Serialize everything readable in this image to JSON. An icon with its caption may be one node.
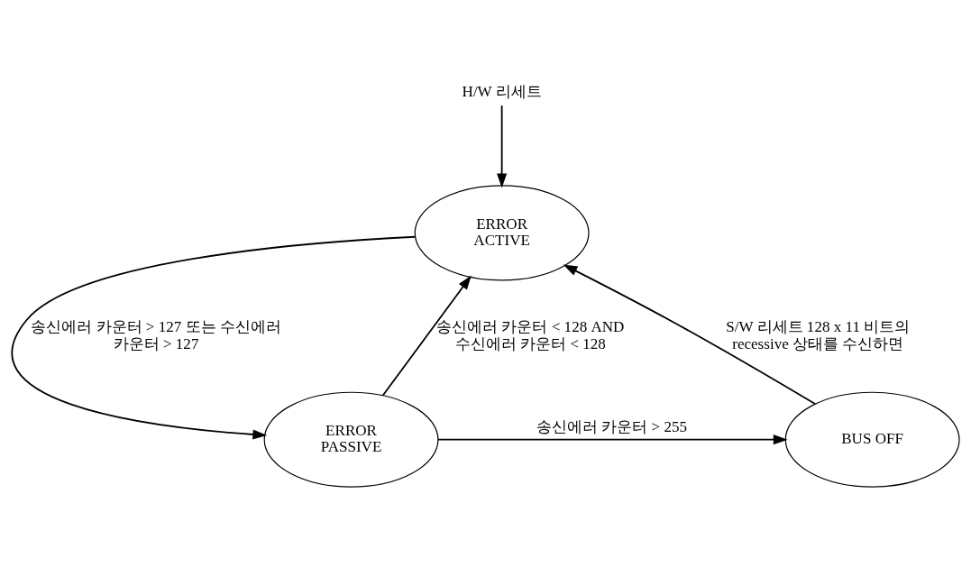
{
  "diagram": {
    "nodes": [
      {
        "text": [
          "H/W 리세트"
        ]
      },
      {
        "text": [
          "ERROR ACTIVE"
        ]
      },
      {
        "text": [
          "ERROR PASSIVE"
        ]
      },
      {
        "text": [
          "BUS OFF"
        ]
      }
    ],
    "edges": [
      {
        "from": 0,
        "to": 1,
        "arrow": "to"
      },
      {
        "from": 1,
        "to": 2,
        "arrow": "to",
        "label": "송신에러 카운터 > 127 또는 수신에러 카운터 > 127"
      },
      {
        "from": 2,
        "to": 1,
        "arrow": "to",
        "label": "송신에러 카운터 < 128 AND 수신에러 카운터 < 128"
      },
      {
        "from": 2,
        "to": 3,
        "arrow": "to",
        "label": "송신에러 카운터 > 255"
      },
      {
        "from": 3,
        "to": 1,
        "arrow": "to",
        "label": "S/W 리세트 128 x 11 비트의 recessive 상태를 수신하면"
      }
    ]
  }
}
